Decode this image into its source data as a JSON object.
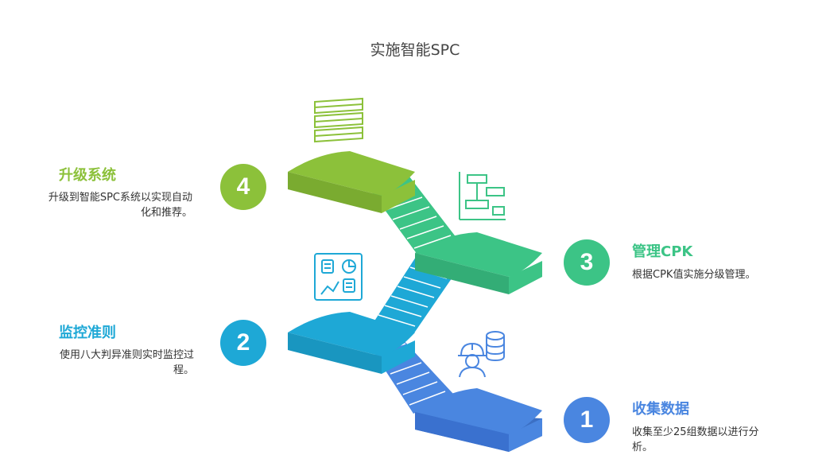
{
  "title": "实施智能SPC",
  "colors": {
    "step1": "#4a86e0",
    "step2": "#1ea8d6",
    "step3": "#3cc486",
    "step4": "#8cc13a"
  },
  "steps": [
    {
      "number": "1",
      "title": "收集数据",
      "description": "收集至少25组数据以进行分析。",
      "icon": "worker-database-icon"
    },
    {
      "number": "2",
      "title": "监控准则",
      "description": "使用八大判异准则实时监控过程。",
      "icon": "dashboard-charts-icon"
    },
    {
      "number": "3",
      "title": "管理CPK",
      "description": "根据CPK值实施分级管理。",
      "icon": "gantt-chart-icon"
    },
    {
      "number": "4",
      "title": "升级系统",
      "description": "升级到智能SPC系统以实现自动化和推荐。",
      "icon": "layers-stack-icon"
    }
  ]
}
